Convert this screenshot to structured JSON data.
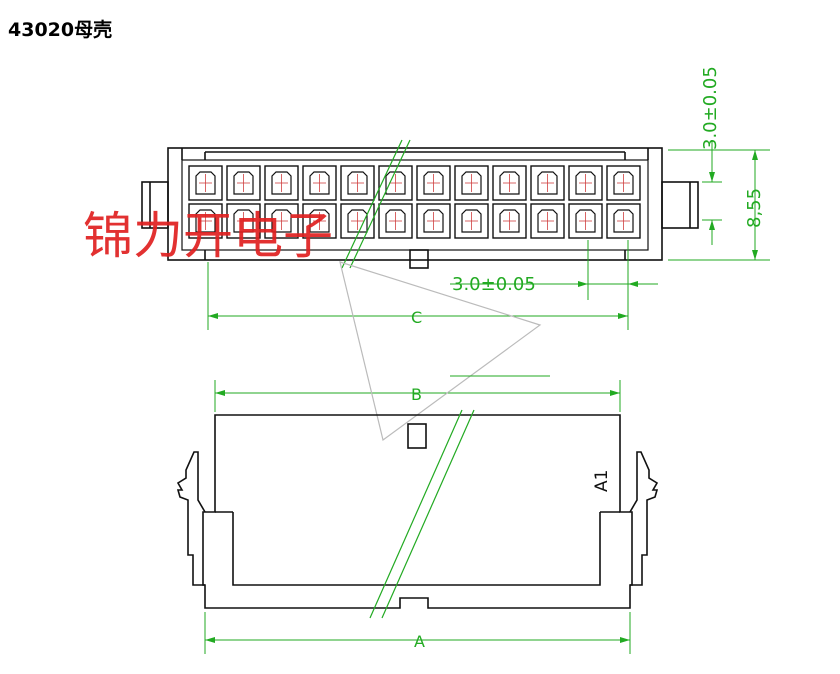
{
  "title": "43020母壳",
  "dimensions": {
    "top_pitch": "3.0±0.05",
    "height": "8,55",
    "row_pitch": "3.0±0.05",
    "label_c": "C",
    "label_b": "B",
    "label_a": "A",
    "pin_marker": "A1"
  },
  "connector": {
    "rows": 2,
    "columns": 12
  },
  "watermark": "锦力开电子",
  "colors": {
    "outline": "#111111",
    "dimension": "#22aa22",
    "watermark": "#e02020",
    "centerline": "#d04040"
  }
}
